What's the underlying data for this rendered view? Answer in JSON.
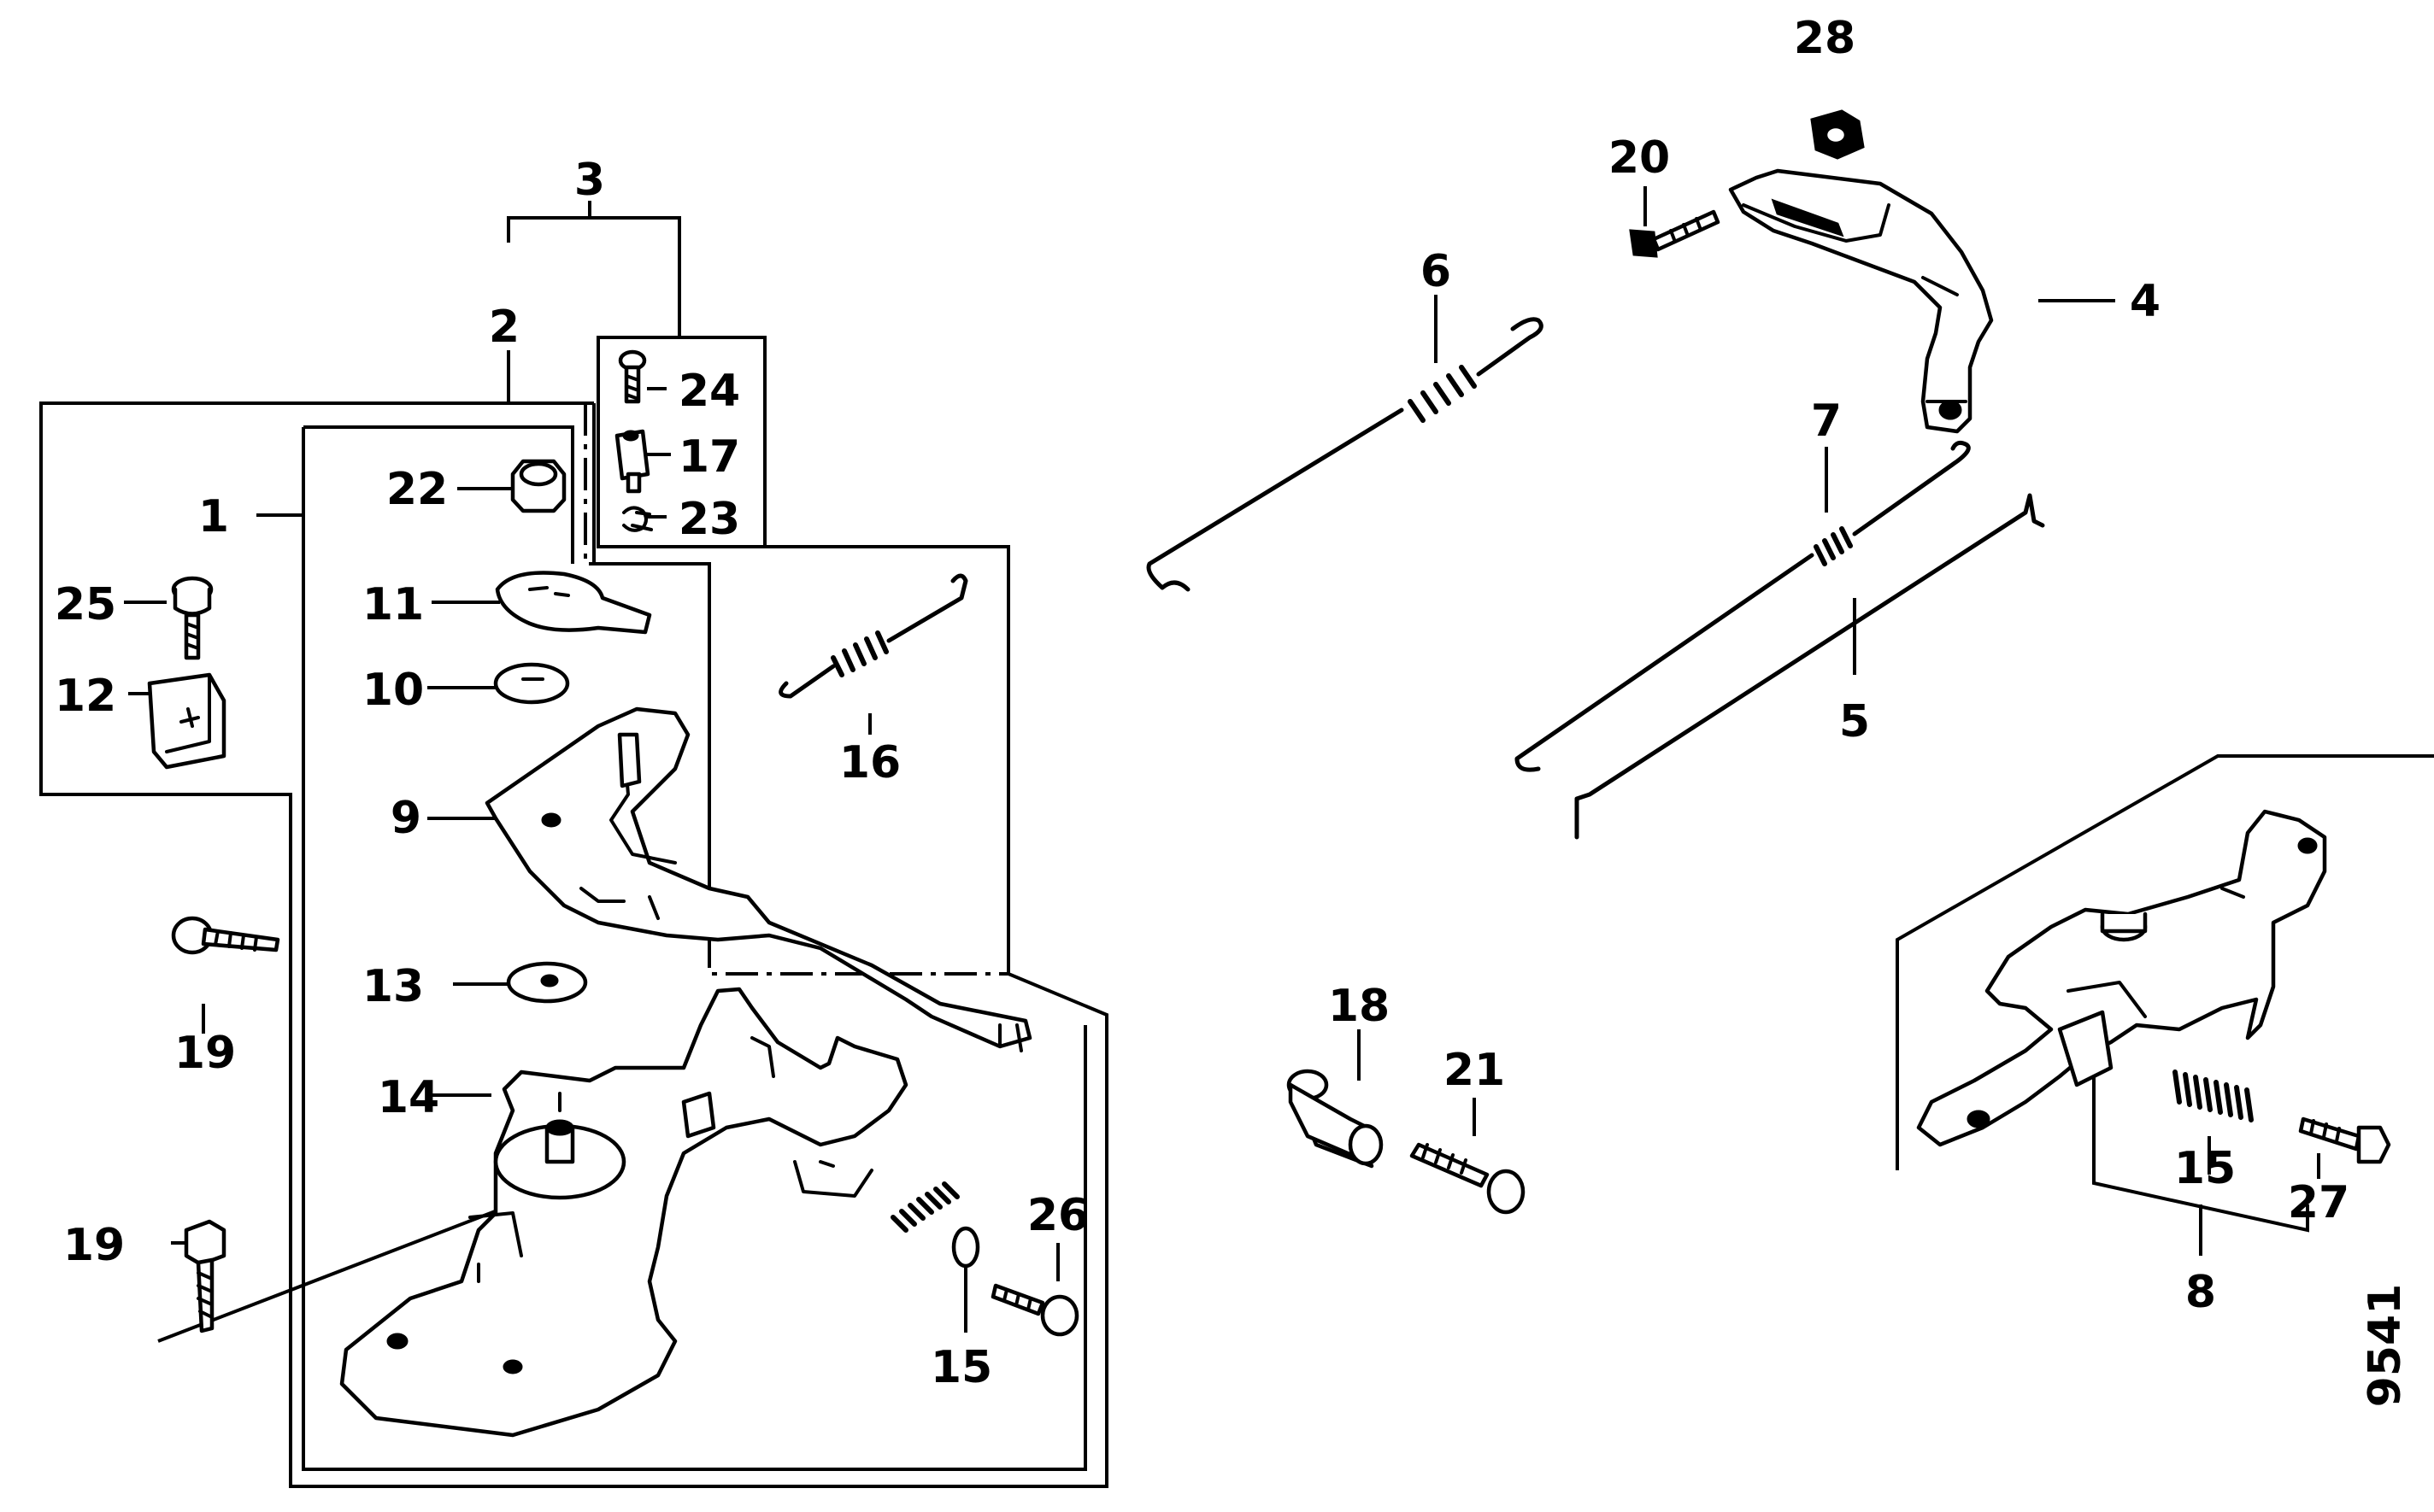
{
  "drawing_code": "9541",
  "callouts": [
    {
      "id": "c1",
      "text": "1"
    },
    {
      "id": "c2",
      "text": "2"
    },
    {
      "id": "c3",
      "text": "3"
    },
    {
      "id": "c4",
      "text": "4"
    },
    {
      "id": "c5",
      "text": "5"
    },
    {
      "id": "c6",
      "text": "6"
    },
    {
      "id": "c7",
      "text": "7"
    },
    {
      "id": "c8",
      "text": "8"
    },
    {
      "id": "c9",
      "text": "9"
    },
    {
      "id": "c10",
      "text": "10"
    },
    {
      "id": "c11",
      "text": "11"
    },
    {
      "id": "c12",
      "text": "12"
    },
    {
      "id": "c13",
      "text": "13"
    },
    {
      "id": "c14",
      "text": "14"
    },
    {
      "id": "c15a",
      "text": "15"
    },
    {
      "id": "c15b",
      "text": "15"
    },
    {
      "id": "c16",
      "text": "16"
    },
    {
      "id": "c17",
      "text": "17"
    },
    {
      "id": "c18",
      "text": "18"
    },
    {
      "id": "c19a",
      "text": "19"
    },
    {
      "id": "c19b",
      "text": "19"
    },
    {
      "id": "c20",
      "text": "20"
    },
    {
      "id": "c21",
      "text": "21"
    },
    {
      "id": "c22",
      "text": "22"
    },
    {
      "id": "c23",
      "text": "23"
    },
    {
      "id": "c24",
      "text": "24"
    },
    {
      "id": "c25",
      "text": "25"
    },
    {
      "id": "c26",
      "text": "26"
    },
    {
      "id": "c27",
      "text": "27"
    },
    {
      "id": "c28",
      "text": "28"
    }
  ]
}
